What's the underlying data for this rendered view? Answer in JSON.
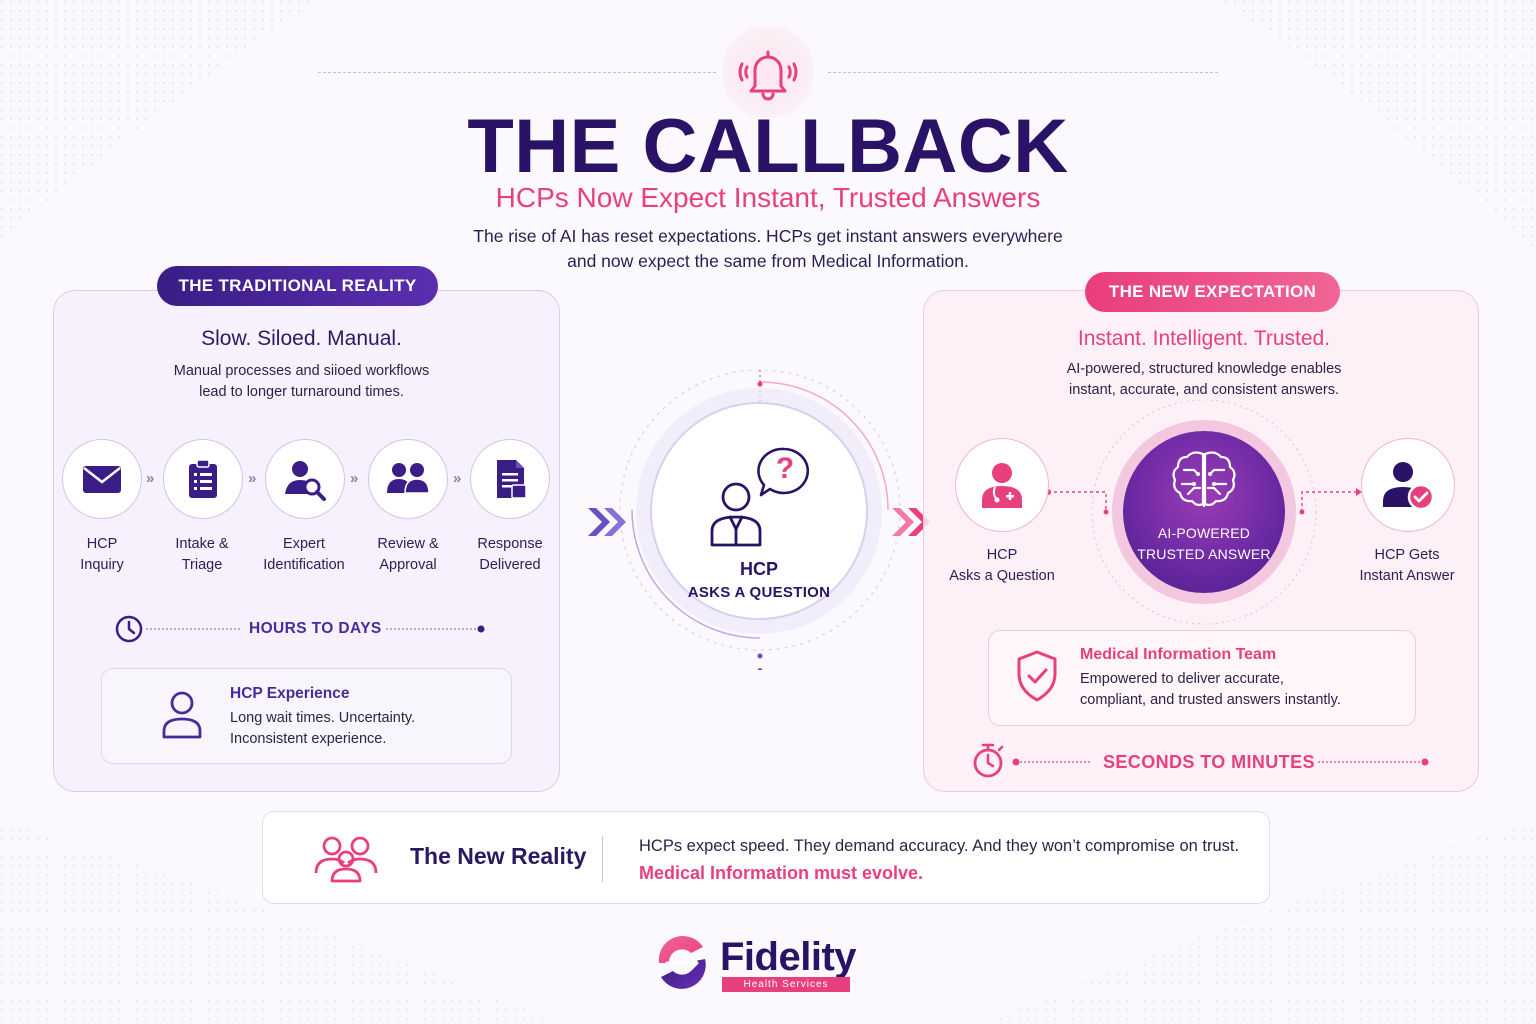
{
  "header": {
    "title": "THE CALLBACK",
    "subtitle": "HCPs Now Expect Instant, Trusted Answers",
    "intro_line1": "The rise of AI has reset expectations. HCPs get instant answers everywhere",
    "intro_line2": "and now expect the same from Medical Information."
  },
  "traditional": {
    "badge": "THE TRADITIONAL REALITY",
    "heading": "Slow. Siloed. Manual.",
    "desc_line1": "Manual processes and siioed workflows",
    "desc_line2": "lead to longer turnaround times.",
    "steps": [
      {
        "line1": "HCP",
        "line2": "Inquiry",
        "icon": "envelope-icon"
      },
      {
        "line1": "Intake &",
        "line2": "Triage",
        "icon": "clipboard-icon"
      },
      {
        "line1": "Expert",
        "line2": "Identification",
        "icon": "person-search-icon"
      },
      {
        "line1": "Review &",
        "line2": "Approval",
        "icon": "group-icon"
      },
      {
        "line1": "Response",
        "line2": "Delivered",
        "icon": "document-icon"
      }
    ],
    "time": "HOURS TO DAYS",
    "experience": {
      "title": "HCP Experience",
      "line1": "Long wait times. Uncertainty.",
      "line2": "Inconsistent experience."
    }
  },
  "center": {
    "line1": "HCP",
    "line2": "ASKS A QUESTION",
    "question_mark": "?"
  },
  "new_expectation": {
    "badge": "THE NEW EXPECTATION",
    "heading": "Instant. Intelligent. Trusted.",
    "desc_line1": "AI-powered, structured knowledge enables",
    "desc_line2": "instant, accurate, and consistent answers.",
    "left_node": {
      "line1": "HCP",
      "line2": "Asks a Question"
    },
    "ai_node": {
      "line1": "AI-POWERED",
      "line2": "TRUSTED ANSWER"
    },
    "right_node": {
      "line1": "HCP Gets",
      "line2": "Instant Answer"
    },
    "team": {
      "title": "Medical Information Team",
      "line1": "Empowered to deliver accurate,",
      "line2": "compliant, and trusted answers instantly."
    },
    "time": "SECONDS TO MINUTES"
  },
  "bottom": {
    "title": "The New Reality",
    "text": "HCPs expect speed. They demand accuracy. And they won’t compromise on trust.",
    "emphasis": "Medical Information must evolve."
  },
  "logo": {
    "name": "Fidelity",
    "tagline": "Health Services"
  },
  "colors": {
    "primary": "#2a1366",
    "accent": "#e8407f",
    "purple": "#5b2fb0"
  }
}
